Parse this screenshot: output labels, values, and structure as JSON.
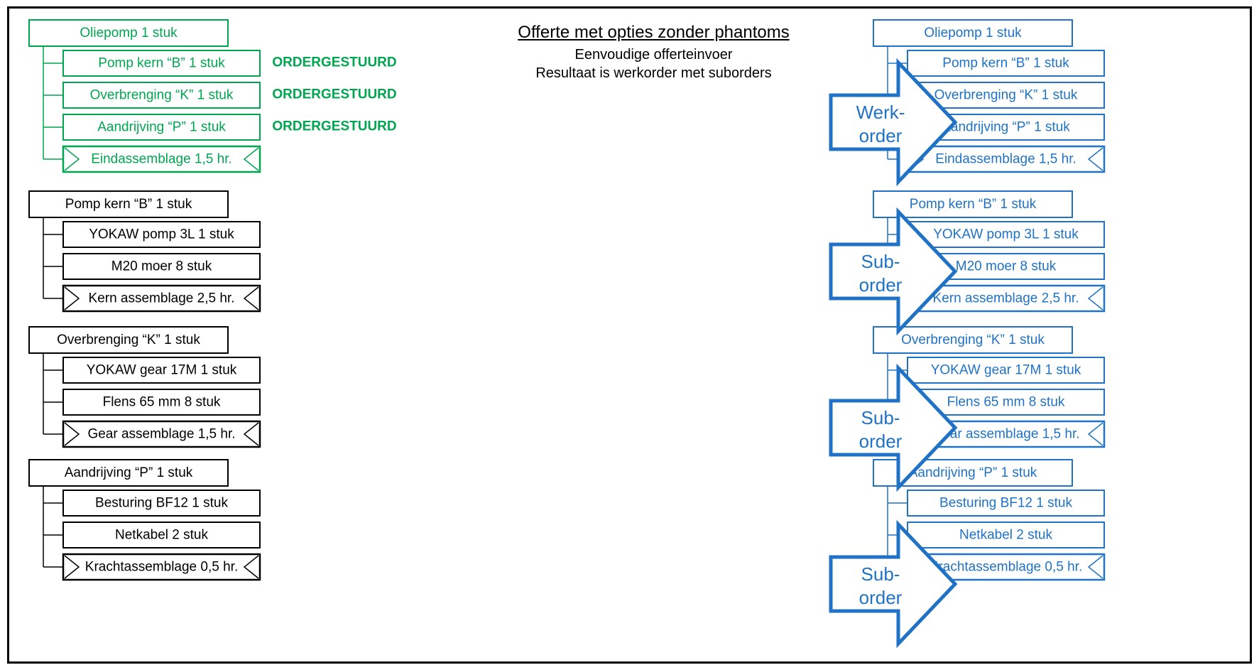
{
  "header": {
    "title": "Offerte met opties zonder phantoms",
    "line1": "Eenvoudige offerteinvoer",
    "line2": "Resultaat is werkorder met suborders"
  },
  "colors": {
    "green": "#00a64f",
    "black": "#000000",
    "blue": "#1f72c6"
  },
  "status_label": "ORDERGESTUURD",
  "arrows": [
    {
      "line1": "Werk-",
      "line2": "order"
    },
    {
      "line1": "Sub-",
      "line2": "order"
    },
    {
      "line1": "Sub-",
      "line2": "order"
    },
    {
      "line1": "Sub-",
      "line2": "order"
    }
  ],
  "groups": [
    {
      "parent": "Oliepomp 1 stuk",
      "children": [
        {
          "label": "Pomp kern “B” 1 stuk",
          "operation": false,
          "left_status": "ORDERGESTUURD"
        },
        {
          "label": "Overbrenging “K” 1 stuk",
          "operation": false,
          "left_status": "ORDERGESTUURD"
        },
        {
          "label": "Aandrijving “P” 1 stuk",
          "operation": false,
          "left_status": "ORDERGESTUURD"
        },
        {
          "label": "Eindassemblage 1,5 hr.",
          "operation": true
        }
      ]
    },
    {
      "parent": "Pomp kern “B” 1 stuk",
      "children": [
        {
          "label": "YOKAW pomp 3L 1 stuk",
          "operation": false
        },
        {
          "label": "M20 moer 8 stuk",
          "operation": false
        },
        {
          "label": "Kern assemblage 2,5 hr.",
          "operation": true
        }
      ]
    },
    {
      "parent": "Overbrenging “K” 1 stuk",
      "children": [
        {
          "label": "YOKAW gear 17M 1 stuk",
          "operation": false
        },
        {
          "label": "Flens 65 mm 8 stuk",
          "operation": false
        },
        {
          "label": "Gear assemblage 1,5 hr.",
          "operation": true
        }
      ]
    },
    {
      "parent": "Aandrijving “P” 1 stuk",
      "children": [
        {
          "label": "Besturing BF12 1 stuk",
          "operation": false
        },
        {
          "label": "Netkabel 2 stuk",
          "operation": false
        },
        {
          "label": "Krachtassemblage 0,5 hr.",
          "operation": true
        }
      ]
    }
  ]
}
